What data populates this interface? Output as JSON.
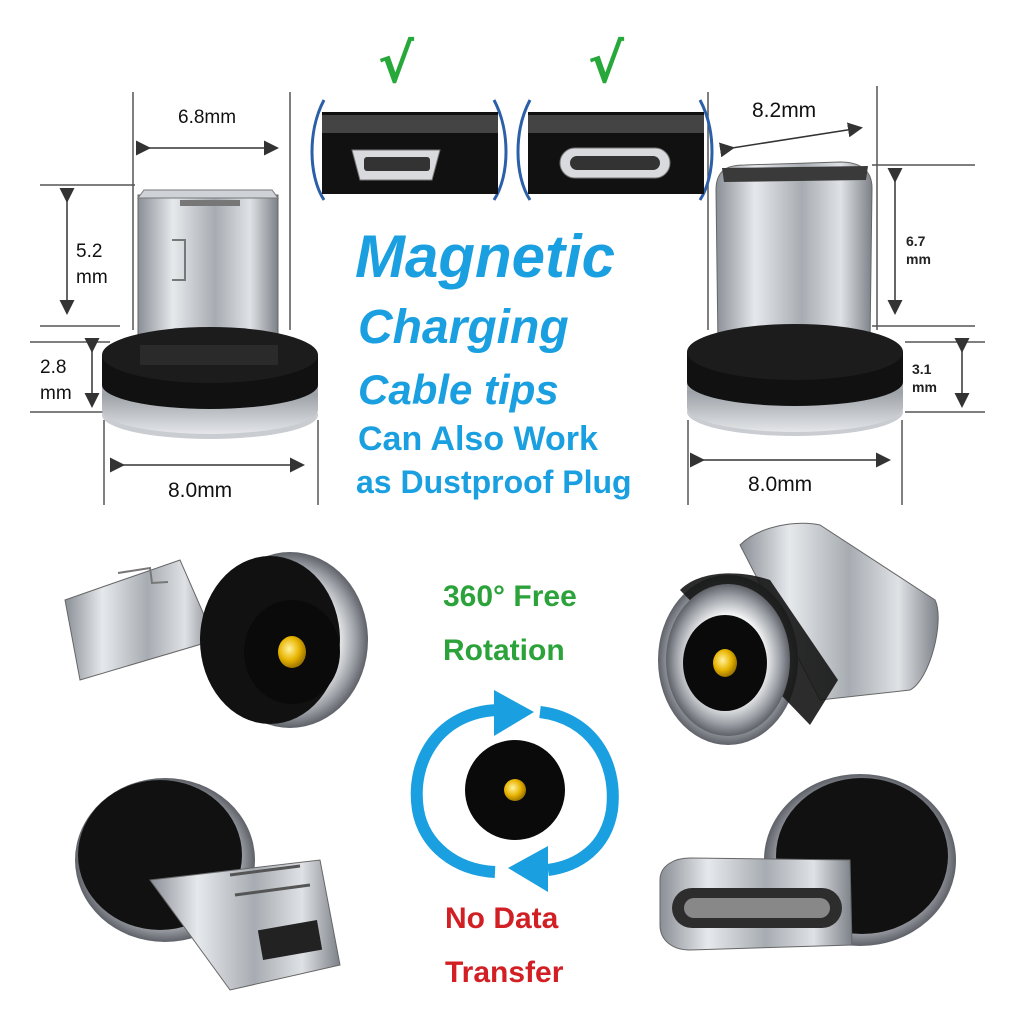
{
  "checks": {
    "left": "√",
    "right": "√"
  },
  "micro_usb": {
    "width": "6.8mm",
    "height_value": "5.2",
    "height_unit": "mm",
    "base_value": "2.8",
    "base_unit": "mm",
    "base_width": "8.0mm"
  },
  "usb_c": {
    "width": "8.2mm",
    "height_value": "6.7",
    "height_unit": "mm",
    "base_value": "3.1",
    "base_unit": "mm",
    "base_width": "8.0mm"
  },
  "headline": {
    "line1": "Magnetic",
    "line2": "Charging",
    "line3": "Cable tips",
    "line4": "Can Also Work",
    "line5": "as Dustproof Plug"
  },
  "rotation": {
    "line1": "360° Free",
    "line2": "Rotation"
  },
  "no_data": {
    "line1": "No Data",
    "line2": "Transfer"
  },
  "colors": {
    "accent_blue": "#1a9fe0",
    "green": "#2ca23b",
    "red": "#d21f24",
    "pin_gold": "#e8b400"
  }
}
